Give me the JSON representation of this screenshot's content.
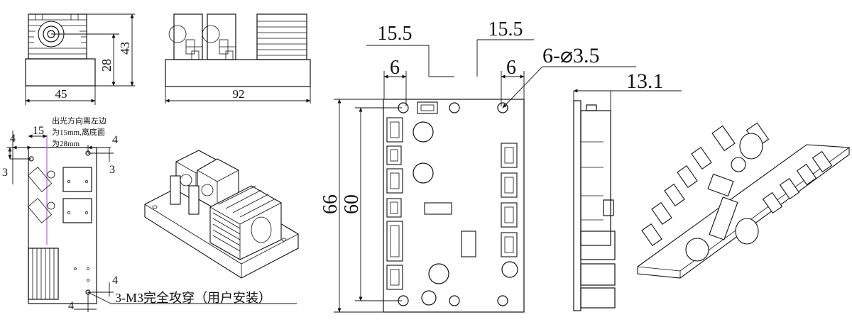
{
  "laser_module": {
    "front_view": {
      "width": "45",
      "height_total": "43",
      "beam_height": "28"
    },
    "side_view": {
      "length": "92"
    },
    "top_view": {
      "dim_15": "15",
      "note_line1": "出光方向离左边",
      "note_line2": "为15mm,离底面",
      "note_line3": "为28mm",
      "dim_4_left": "4",
      "dim_4_right": "4",
      "dim_3_left": "3",
      "dim_3_right": "3",
      "dim_4_bottom_right": "4",
      "dim_4_bottom_left": "4",
      "mount_note": "3-M3完全攻穿（用户安装）"
    }
  },
  "driver_board": {
    "top_view": {
      "dim_15_5_left": "15.5",
      "dim_15_5_right": "15.5",
      "dim_6_left": "6",
      "dim_6_right": "6",
      "holes": "6-⌀3.5",
      "height_outer": "66",
      "height_inner": "60"
    },
    "side_view": {
      "thickness": "13.1"
    }
  }
}
